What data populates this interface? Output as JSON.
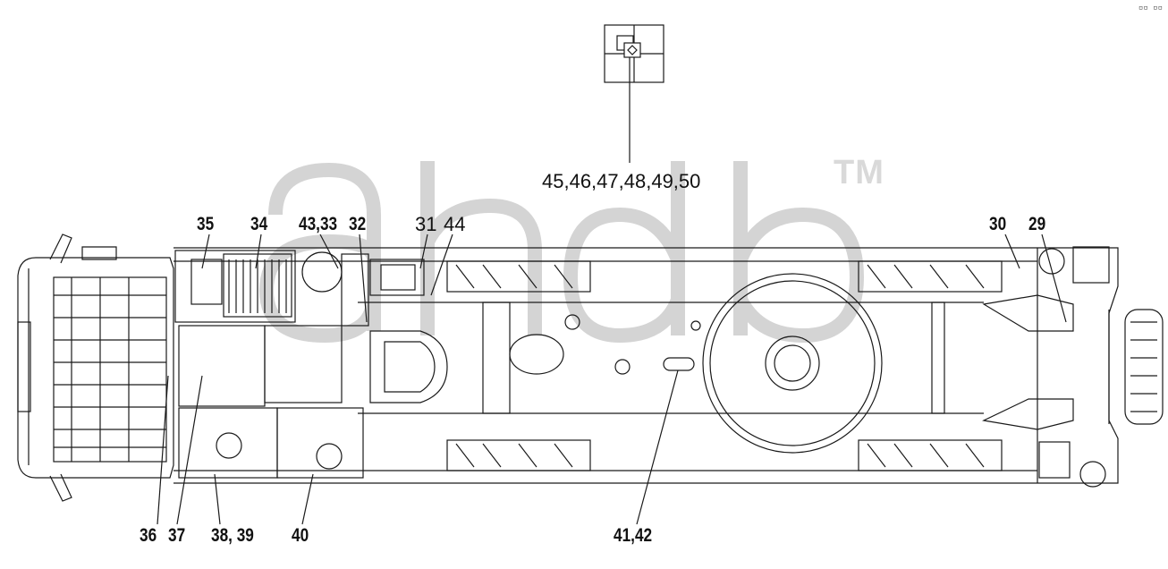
{
  "diagram": {
    "corner_marks": "▫▫ ▫▫",
    "watermark": {
      "text": "ahdb",
      "trademark": "TM",
      "color": "#d9d9d9"
    },
    "callouts": {
      "top_group": "45,46,47,48,49,50",
      "c35": "35",
      "c34": "34",
      "c43_33": "43,33",
      "c32": "32",
      "c31": "31",
      "c44": "44",
      "c30": "30",
      "c29": "29",
      "c36": "36",
      "c37": "37",
      "c38_39": "38, 39",
      "c40": "40",
      "c41_42": "41,42"
    },
    "line_color": "#1a1a1a"
  }
}
